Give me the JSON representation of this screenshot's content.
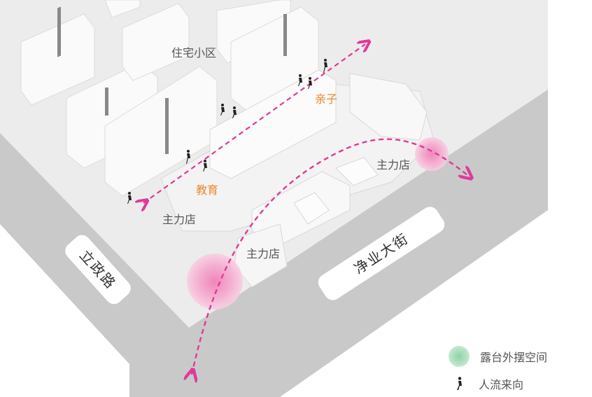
{
  "labels": {
    "residential": "住宅小区",
    "family": "亲子",
    "education": "教育",
    "anchor_store_right": "主力店",
    "anchor_store_left": "主力店",
    "anchor_store_center": "主力店"
  },
  "roads": {
    "west": "立政路",
    "south": "净业大街"
  },
  "legend": {
    "terrace": "露台外摆空间",
    "flow": "人流来向"
  },
  "colors": {
    "arrow": "#e0399a",
    "hotspot": "#f29ac6",
    "terrace_legend": "#a8dcb8",
    "road": "#c9c9c9",
    "ground": "#ececec"
  },
  "icons": [
    "walking-person-icon",
    "dashed-arrow-icon",
    "terrace-circle-icon"
  ]
}
